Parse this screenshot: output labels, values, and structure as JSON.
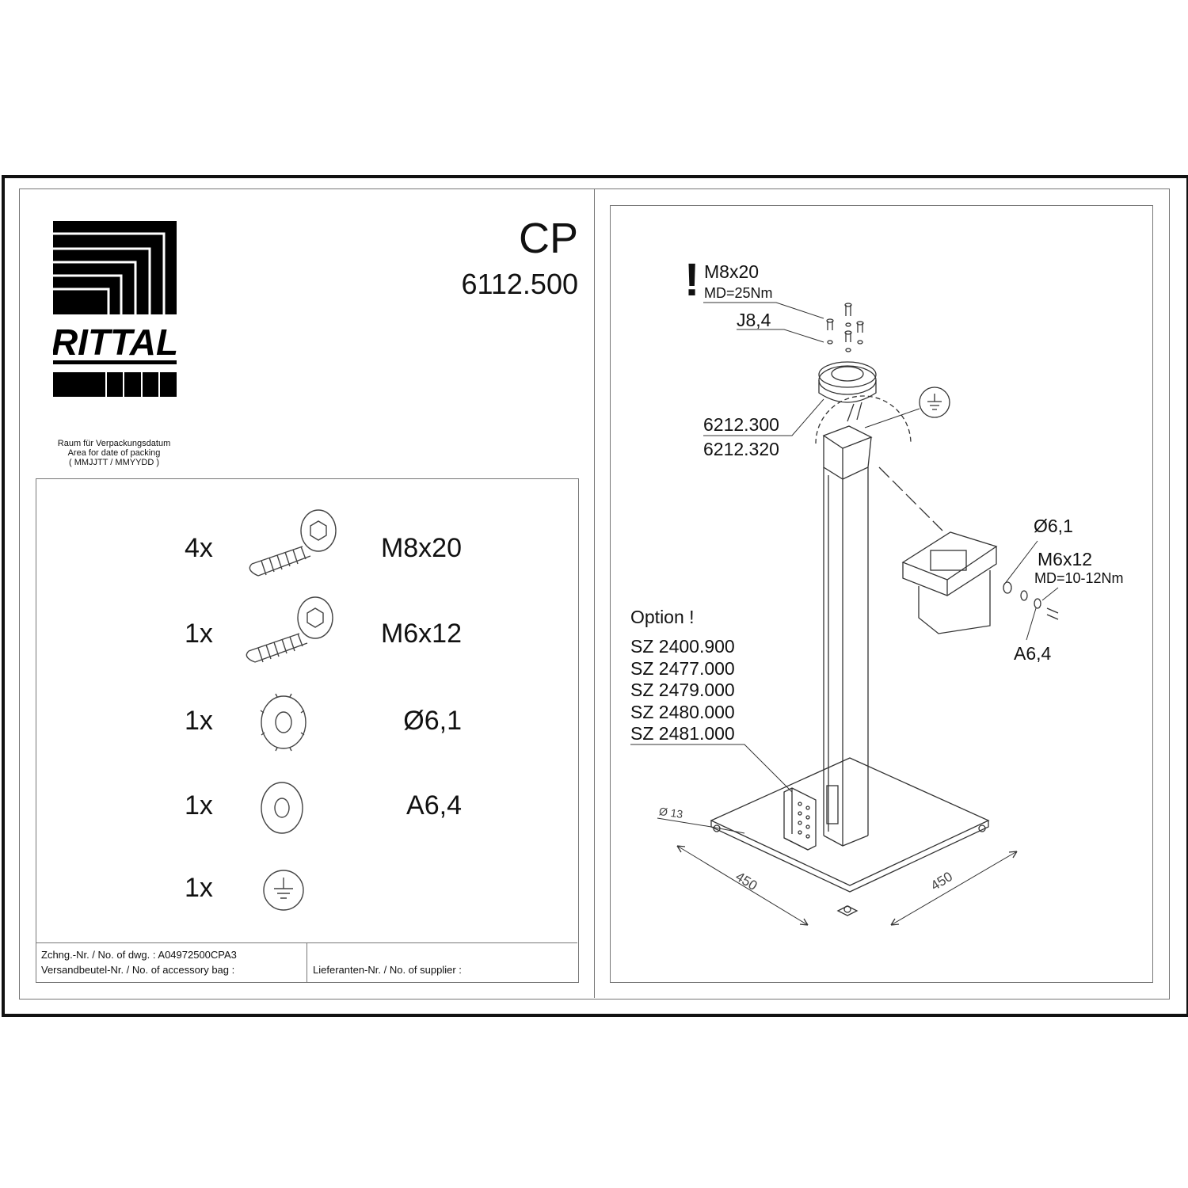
{
  "header": {
    "brand": "RITTAL",
    "product_code": "CP",
    "article_number": "6112.500"
  },
  "packing_area": {
    "line1": "Raum für Verpackungsdatum",
    "line2": "Area for date of packing",
    "line3": "( MMJJTT / MMYYDD )"
  },
  "parts": [
    {
      "qty": "4x",
      "label": "M8x20",
      "icon": "cap-screw-icon"
    },
    {
      "qty": "1x",
      "label": "M6x12",
      "icon": "cap-screw-icon"
    },
    {
      "qty": "1x",
      "label": "Ø6,1",
      "icon": "contact-washer-icon"
    },
    {
      "qty": "1x",
      "label": "A6,4",
      "icon": "flat-washer-icon"
    },
    {
      "qty": "1x",
      "label": "",
      "icon": "earth-symbol-icon"
    }
  ],
  "footer": {
    "drawing_no": "Zchng.-Nr. / No. of dwg. : A04972500CPA3",
    "bag_no": "Versandbeutel-Nr. / No. of accessory bag :",
    "supplier_no": "Lieferanten-Nr. / No. of supplier :"
  },
  "assembly": {
    "warning_mark": "!",
    "screw_top": "M8x20",
    "torque_top": "MD=25Nm",
    "washer_top": "J8,4",
    "flange_a": "6212.300",
    "flange_b": "6212.320",
    "detail_washer": "Ø6,1",
    "detail_screw": "M6x12",
    "detail_torque": "MD=10-12Nm",
    "detail_flat_washer": "A6,4",
    "option_title": "Option !",
    "options": [
      "SZ 2400.900",
      "SZ 2477.000",
      "SZ 2479.000",
      "SZ 2480.000",
      "SZ 2481.000"
    ],
    "hole_dia": "Ø 13",
    "dim_left": "450",
    "dim_right": "450",
    "earth_icon": "earth-symbol-icon"
  }
}
